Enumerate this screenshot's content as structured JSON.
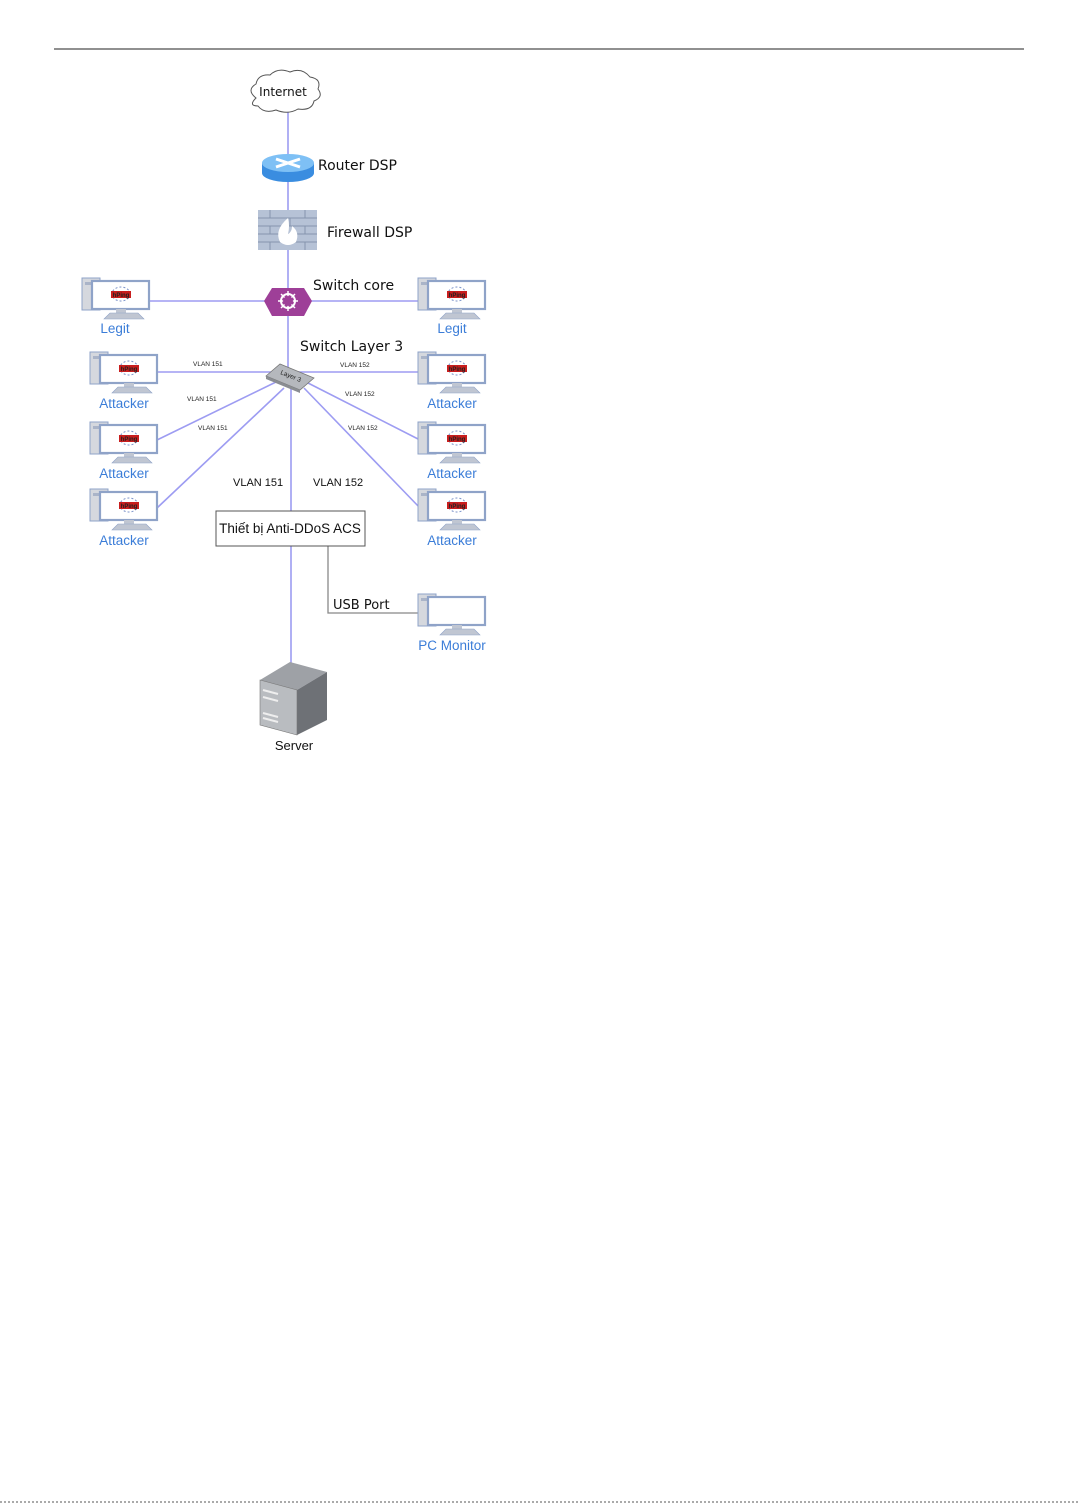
{
  "diagram": {
    "nodes": {
      "internet": "Internet",
      "router": "Router DSP",
      "firewall": "Firewall DSP",
      "switch_core": "Switch core",
      "switch_l3": "Switch Layer 3",
      "switch_l3_badge": "Layer 3",
      "acs": "Thiết bị Anti-DDoS ACS",
      "server": "Server",
      "pc_monitor": "PC Monitor",
      "legit_left": "Legit",
      "legit_right": "Legit",
      "attackers_left": [
        "Attacker",
        "Attacker",
        "Attacker"
      ],
      "attackers_right": [
        "Attacker",
        "Attacker",
        "Attacker"
      ],
      "screen_logo": "hPing"
    },
    "links": {
      "vlan_left": [
        "VLAN 151",
        "VLAN 151",
        "VLAN 151"
      ],
      "vlan_right": [
        "VLAN 152",
        "VLAN 152",
        "VLAN 152"
      ],
      "trunk_151": "VLAN 151",
      "trunk_152": "VLAN 152",
      "usb": "USB Port"
    }
  }
}
